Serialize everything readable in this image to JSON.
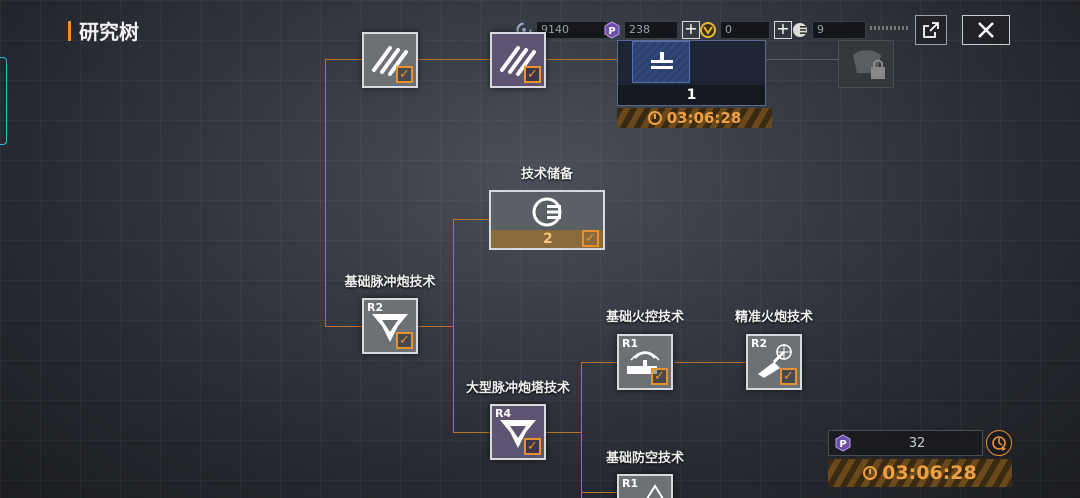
{
  "header": {
    "title": "研究树",
    "resources": [
      {
        "icon": "tech-point-icon",
        "value": "9140",
        "has_plus": false
      },
      {
        "icon": "purple-p-icon",
        "value": "238",
        "has_plus": true
      },
      {
        "icon": "gold-coin-icon",
        "value": "0",
        "has_plus": true
      },
      {
        "icon": "reserve-token-icon",
        "value": "9",
        "has_plus": false
      }
    ]
  },
  "current_research": {
    "count": "1",
    "timer": "03:06:28"
  },
  "reserve_node": {
    "label": "技术储备",
    "count": "2"
  },
  "nodes": {
    "top_left_1": {
      "label": "",
      "rank": ""
    },
    "top_left_2": {
      "label": "",
      "rank": ""
    },
    "pulse_cannon": {
      "label": "基础脉冲炮技术",
      "rank": "R2"
    },
    "large_pulse_turret": {
      "label": "大型脉冲炮塔技术",
      "rank": "R4"
    },
    "fire_control": {
      "label": "基础火控技术",
      "rank": "R1"
    },
    "precision_artillery": {
      "label": "精准火炮技术",
      "rank": "R2"
    },
    "air_defense": {
      "label": "基础防空技术",
      "rank": "R1"
    }
  },
  "bottom_panel": {
    "points": "32",
    "timer": "03:06:28"
  },
  "colors": {
    "accent": "#e8912f",
    "connector": "#b8742c",
    "purple_node": "#5e5370",
    "grey_node": "#6d7075"
  }
}
